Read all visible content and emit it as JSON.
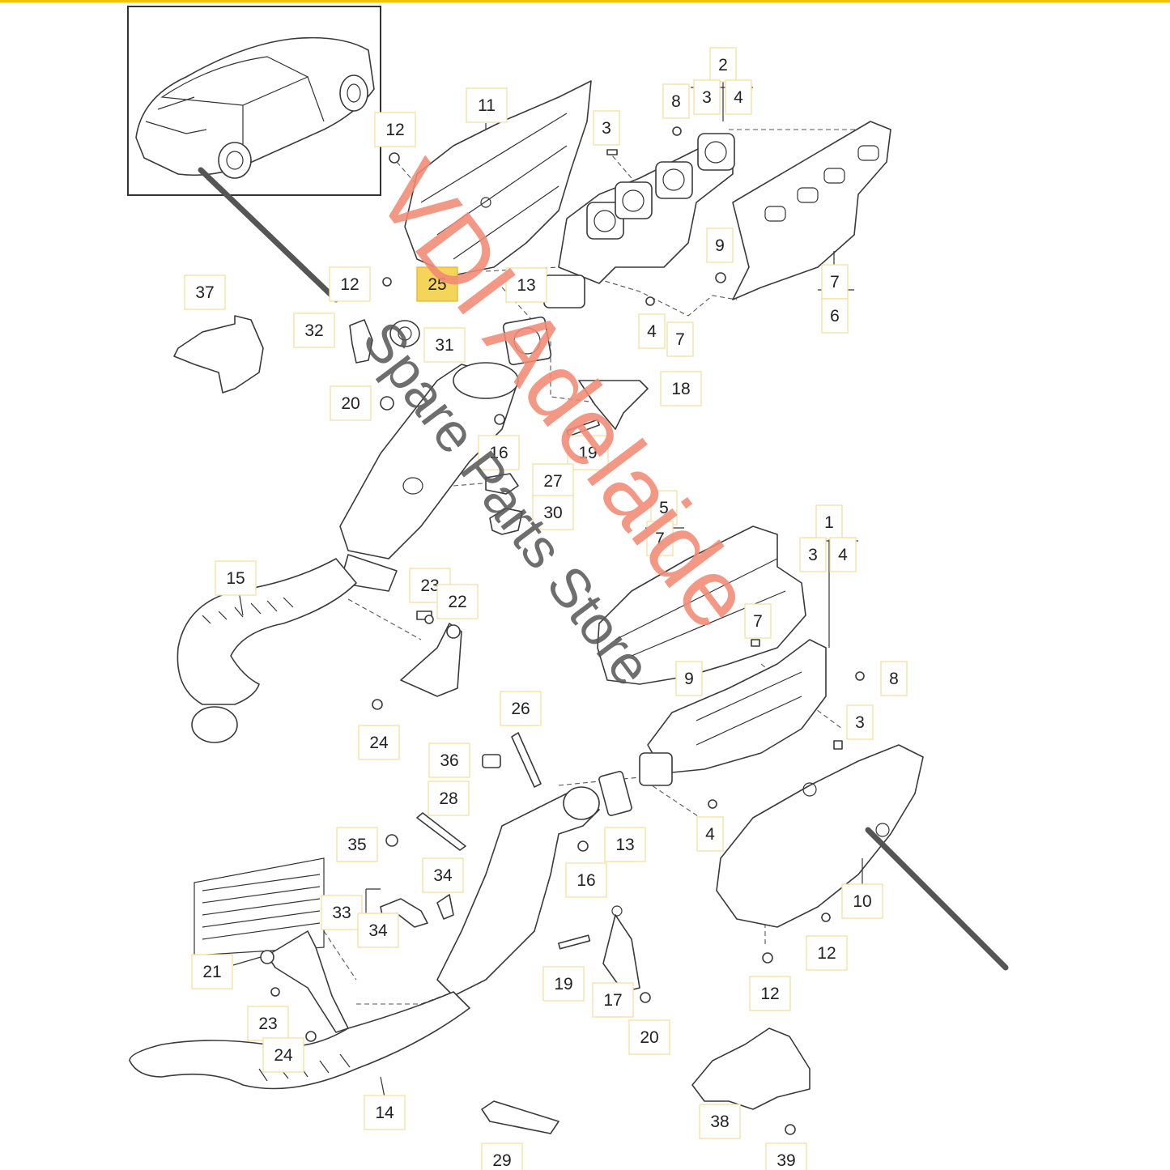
{
  "diagram": {
    "highlight_label": "25",
    "callouts": [
      "1",
      "2",
      "3",
      "4",
      "5",
      "6",
      "7",
      "8",
      "9",
      "10",
      "11",
      "12",
      "13",
      "14",
      "15",
      "16",
      "17",
      "18",
      "19",
      "20",
      "21",
      "22",
      "23",
      "24",
      "25",
      "26",
      "27",
      "28",
      "29",
      "30",
      "31",
      "32",
      "33",
      "34",
      "35",
      "36",
      "37",
      "38",
      "39"
    ]
  },
  "watermark": {
    "main": "VDI Adelaide",
    "sub": "Spare Parts Store",
    "main_color": "#f08a74",
    "sub_color": "#555555"
  },
  "colors": {
    "label_border": "#f3dfa0",
    "highlight_fill": "#f5d45a",
    "top_border": "#f2c300"
  }
}
